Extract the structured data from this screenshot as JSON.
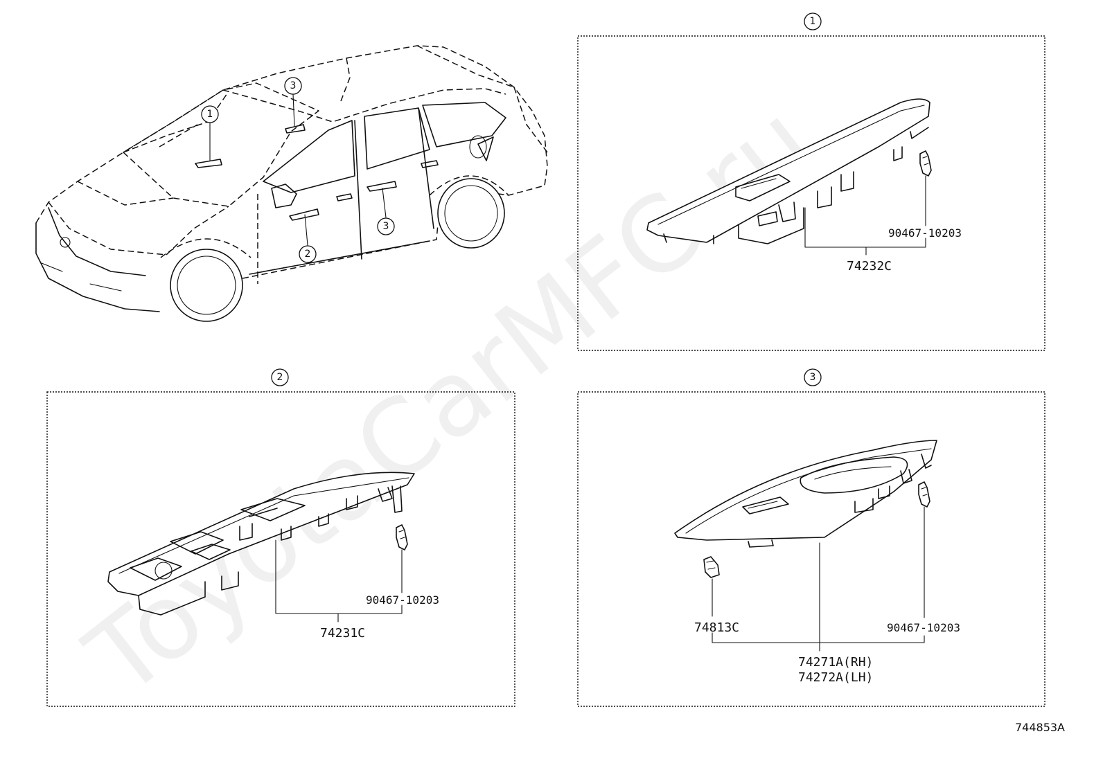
{
  "watermark": "ToyotaCarMFC.ru",
  "callouts": [
    "1",
    "2",
    "3"
  ],
  "parts": {
    "section1": {
      "panel": "74232C",
      "clip": "90467-10203"
    },
    "section2": {
      "panel": "74231C",
      "clip": "90467-10203"
    },
    "section3": {
      "clip_left": "74813C",
      "clip_right": "90467-10203",
      "panel_rh": "74271A(RH)",
      "panel_lh": "74272A(LH)"
    }
  },
  "diagram_code": "744853A"
}
